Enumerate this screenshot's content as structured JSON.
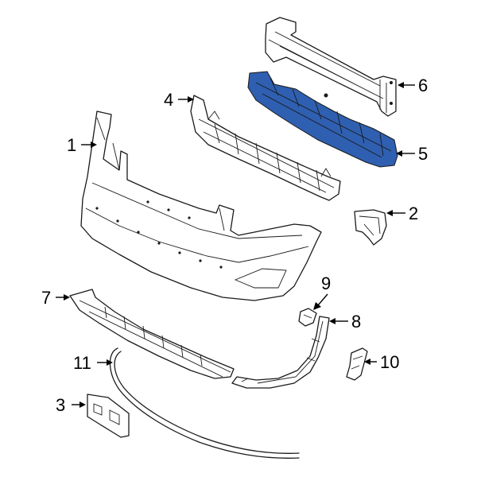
{
  "diagram": {
    "highlight_color": "#2f5fb0",
    "line_color": "#1a1a1a",
    "callouts": [
      {
        "id": "1",
        "label": "1"
      },
      {
        "id": "2",
        "label": "2"
      },
      {
        "id": "3",
        "label": "3"
      },
      {
        "id": "4",
        "label": "4"
      },
      {
        "id": "5",
        "label": "5"
      },
      {
        "id": "6",
        "label": "6"
      },
      {
        "id": "7",
        "label": "7"
      },
      {
        "id": "8",
        "label": "8"
      },
      {
        "id": "9",
        "label": "9"
      },
      {
        "id": "10",
        "label": "10"
      },
      {
        "id": "11",
        "label": "11"
      }
    ],
    "highlighted_part": "5"
  }
}
